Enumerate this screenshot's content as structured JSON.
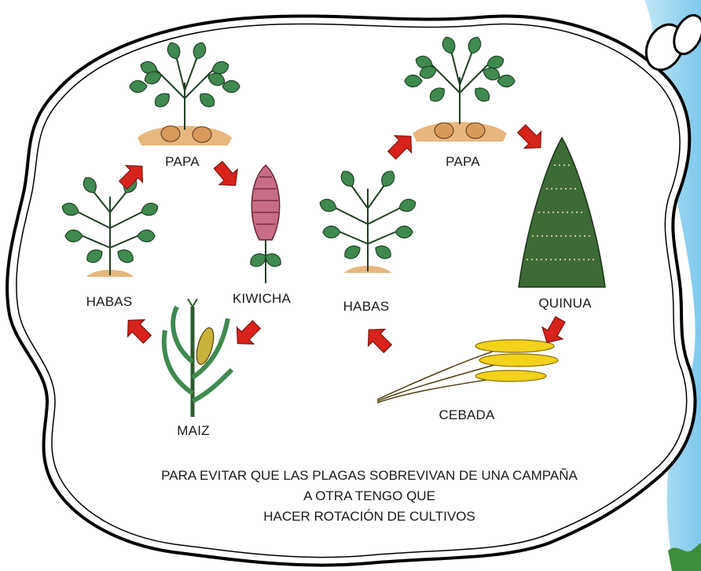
{
  "cycle_left": {
    "papa": "PAPA",
    "kiwicha": "KIWICHA",
    "maiz": "MAIZ",
    "habas": "HABAS"
  },
  "cycle_right": {
    "papa": "PAPA",
    "quinua": "QUINUA",
    "cebada": "CEBADA",
    "habas": "HABAS"
  },
  "caption": {
    "line1": "PARA EVITAR QUE LAS PLAGAS SOBREVIVAN DE UNA CAMPAÑA",
    "line2": "A OTRA TENGO QUE",
    "line3": "HACER ROTACIÓN DE CULTIVOS"
  },
  "colors": {
    "arrow": "#d8231b",
    "leaf": "#3f8a4f",
    "soil": "#e7b77d",
    "kiwicha": "#c76d86",
    "quinua": "#3d6b36",
    "cebada": "#f2d21a",
    "sky": "#8fd0ef"
  }
}
